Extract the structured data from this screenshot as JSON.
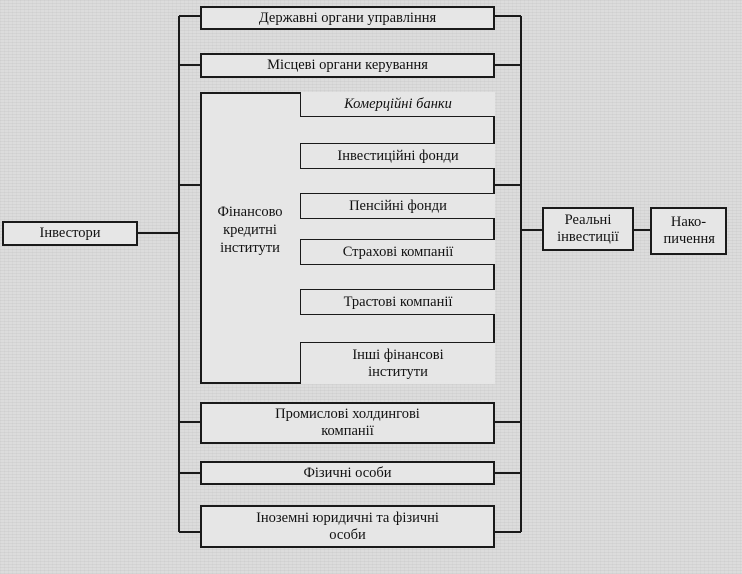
{
  "nodes": {
    "state_bodies": "Державні органи управління",
    "local_bodies": "Місцеві органи керування",
    "investors": "Інвестори",
    "financial_institutions": "Фінансово кредитні інститути",
    "commercial_banks": "Комерційні банки",
    "investment_funds": "Інвестиційні фонди",
    "pension_funds": "Пенсійні фонди",
    "insurance_companies": "Страхові компанії",
    "trust_companies": "Трастові компанії",
    "other_financial": "Інші фінансові інститути",
    "industrial_holdings": "Промислові холдингові компанії",
    "individuals": "Фізичні особи",
    "foreign_entities": "Іноземні юридичні та фізичні особи",
    "real_investments": "Реальні інвестиції",
    "accumulation": "Нако-пичення"
  },
  "colors": {
    "line": "#1a1a1a",
    "box_fill": "#e6e6e6"
  }
}
